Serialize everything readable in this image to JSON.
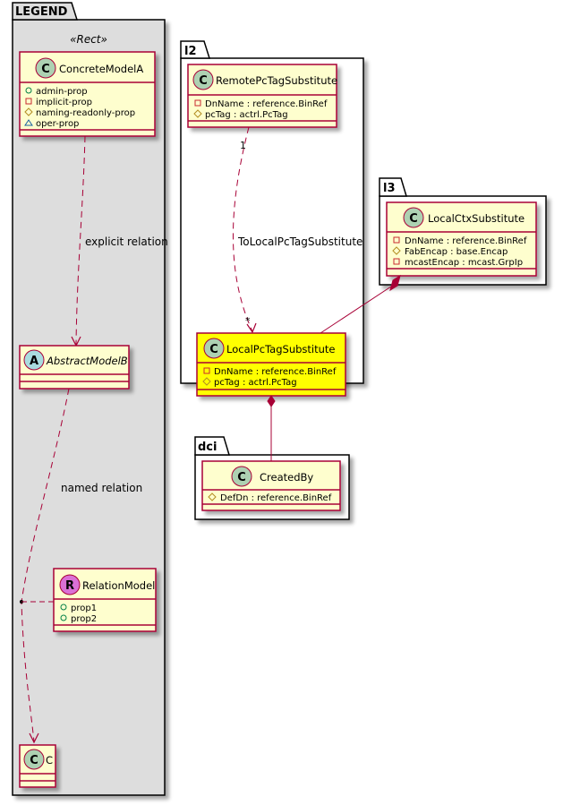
{
  "colors": {
    "class_fill": "#FEFECE",
    "class_border": "#A80036",
    "highlight_fill": "#FFFF00",
    "legend_fill": "#DDDDDD",
    "spot_class": "#ADD1B2",
    "spot_abstract": "#A9DCDF",
    "spot_relation": "#DA70D6",
    "vis_public": "#038048",
    "vis_private": "#C82930",
    "vis_protected": "#B38D22",
    "vis_package": "#1963A0"
  },
  "packages": {
    "legend": {
      "name": "LEGEND",
      "stereotype": "«Rect»"
    },
    "l2": {
      "name": "l2"
    },
    "l3": {
      "name": "l3"
    },
    "dci": {
      "name": "dci"
    }
  },
  "classes": {
    "concreteModelA": {
      "spot": "C",
      "name": "ConcreteModelA",
      "attributes": [
        {
          "vis": "public",
          "text": "admin-prop"
        },
        {
          "vis": "private",
          "text": "implicit-prop"
        },
        {
          "vis": "protected",
          "text": "naming-readonly-prop"
        },
        {
          "vis": "package",
          "text": "oper-prop"
        }
      ]
    },
    "abstractModelB": {
      "spot": "A",
      "name": "AbstractModelB",
      "attributes": []
    },
    "relationModel": {
      "spot": "R",
      "name": "RelationModel",
      "attributes": [
        {
          "vis": "public",
          "text": "prop1"
        },
        {
          "vis": "public",
          "text": "prop2"
        }
      ]
    },
    "c": {
      "spot": "C",
      "name": "C",
      "attributes": []
    },
    "remotePcTagSubstitute": {
      "spot": "C",
      "name": "RemotePcTagSubstitute",
      "attributes": [
        {
          "vis": "private",
          "text": "DnName : reference.BinRef"
        },
        {
          "vis": "protected",
          "text": "pcTag : actrl.PcTag"
        }
      ]
    },
    "localPcTagSubstitute": {
      "spot": "C",
      "name": "LocalPcTagSubstitute",
      "highlighted": true,
      "attributes": [
        {
          "vis": "private",
          "text": "DnName : reference.BinRef"
        },
        {
          "vis": "protected",
          "text": "pcTag : actrl.PcTag"
        }
      ]
    },
    "localCtxSubstitute": {
      "spot": "C",
      "name": "LocalCtxSubstitute",
      "attributes": [
        {
          "vis": "private",
          "text": "DnName : reference.BinRef"
        },
        {
          "vis": "protected",
          "text": "FabEncap : base.Encap"
        },
        {
          "vis": "private",
          "text": "mcastEncap : mcast.GrpIp"
        }
      ]
    },
    "createdBy": {
      "spot": "C",
      "name": "CreatedBy",
      "attributes": [
        {
          "vis": "protected",
          "text": "DefDn : reference.BinRef"
        }
      ]
    }
  },
  "relations": {
    "explicit": {
      "label": "explicit relation",
      "from": "ConcreteModelA",
      "to": "AbstractModelB",
      "style": "dashed-arrow"
    },
    "named": {
      "label": "named relation",
      "from": "AbstractModelB",
      "to": "C",
      "association_class": "RelationModel",
      "style": "dashed-arrow"
    },
    "toLocal": {
      "label": "ToLocalPcTagSubstitute",
      "from": "RemotePcTagSubstitute",
      "to": "LocalPcTagSubstitute",
      "from_mult": "1",
      "to_mult": "*",
      "style": "dashed-arrow"
    },
    "ctxComp": {
      "label": "",
      "from": "LocalCtxSubstitute",
      "to": "LocalPcTagSubstitute",
      "style": "composition"
    },
    "createdComp": {
      "label": "",
      "from": "LocalPcTagSubstitute",
      "to": "CreatedBy",
      "style": "composition"
    }
  }
}
